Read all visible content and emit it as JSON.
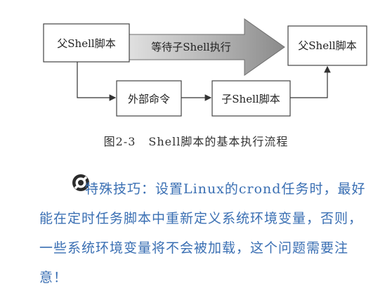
{
  "diagram": {
    "parent_shell_box": "父Shell脚本",
    "wait_arrow": "等待子Shell执行",
    "parent_shell_box_right": "父Shell脚本",
    "external_command_box": "外部命令",
    "child_shell_box": "子Shell脚本"
  },
  "caption": {
    "number": "图2-3",
    "title": "Shell脚本的基本执行流程"
  },
  "tip": {
    "icon": "tip-lifebuoy-icon",
    "label": "特殊技巧：",
    "text_line1": "设置Linux的crond任务时，最好",
    "text_rest": "能在定时任务脚本中重新定义系统环境变量，否则，一些系统环境变量将不会被加载，这个问题需要注意！"
  },
  "colors": {
    "tip_text": "#3a6fb3",
    "arrow_gradient_start": "#d2d2d2",
    "arrow_gradient_end": "#8c8c8c",
    "box_border": "#444444"
  }
}
